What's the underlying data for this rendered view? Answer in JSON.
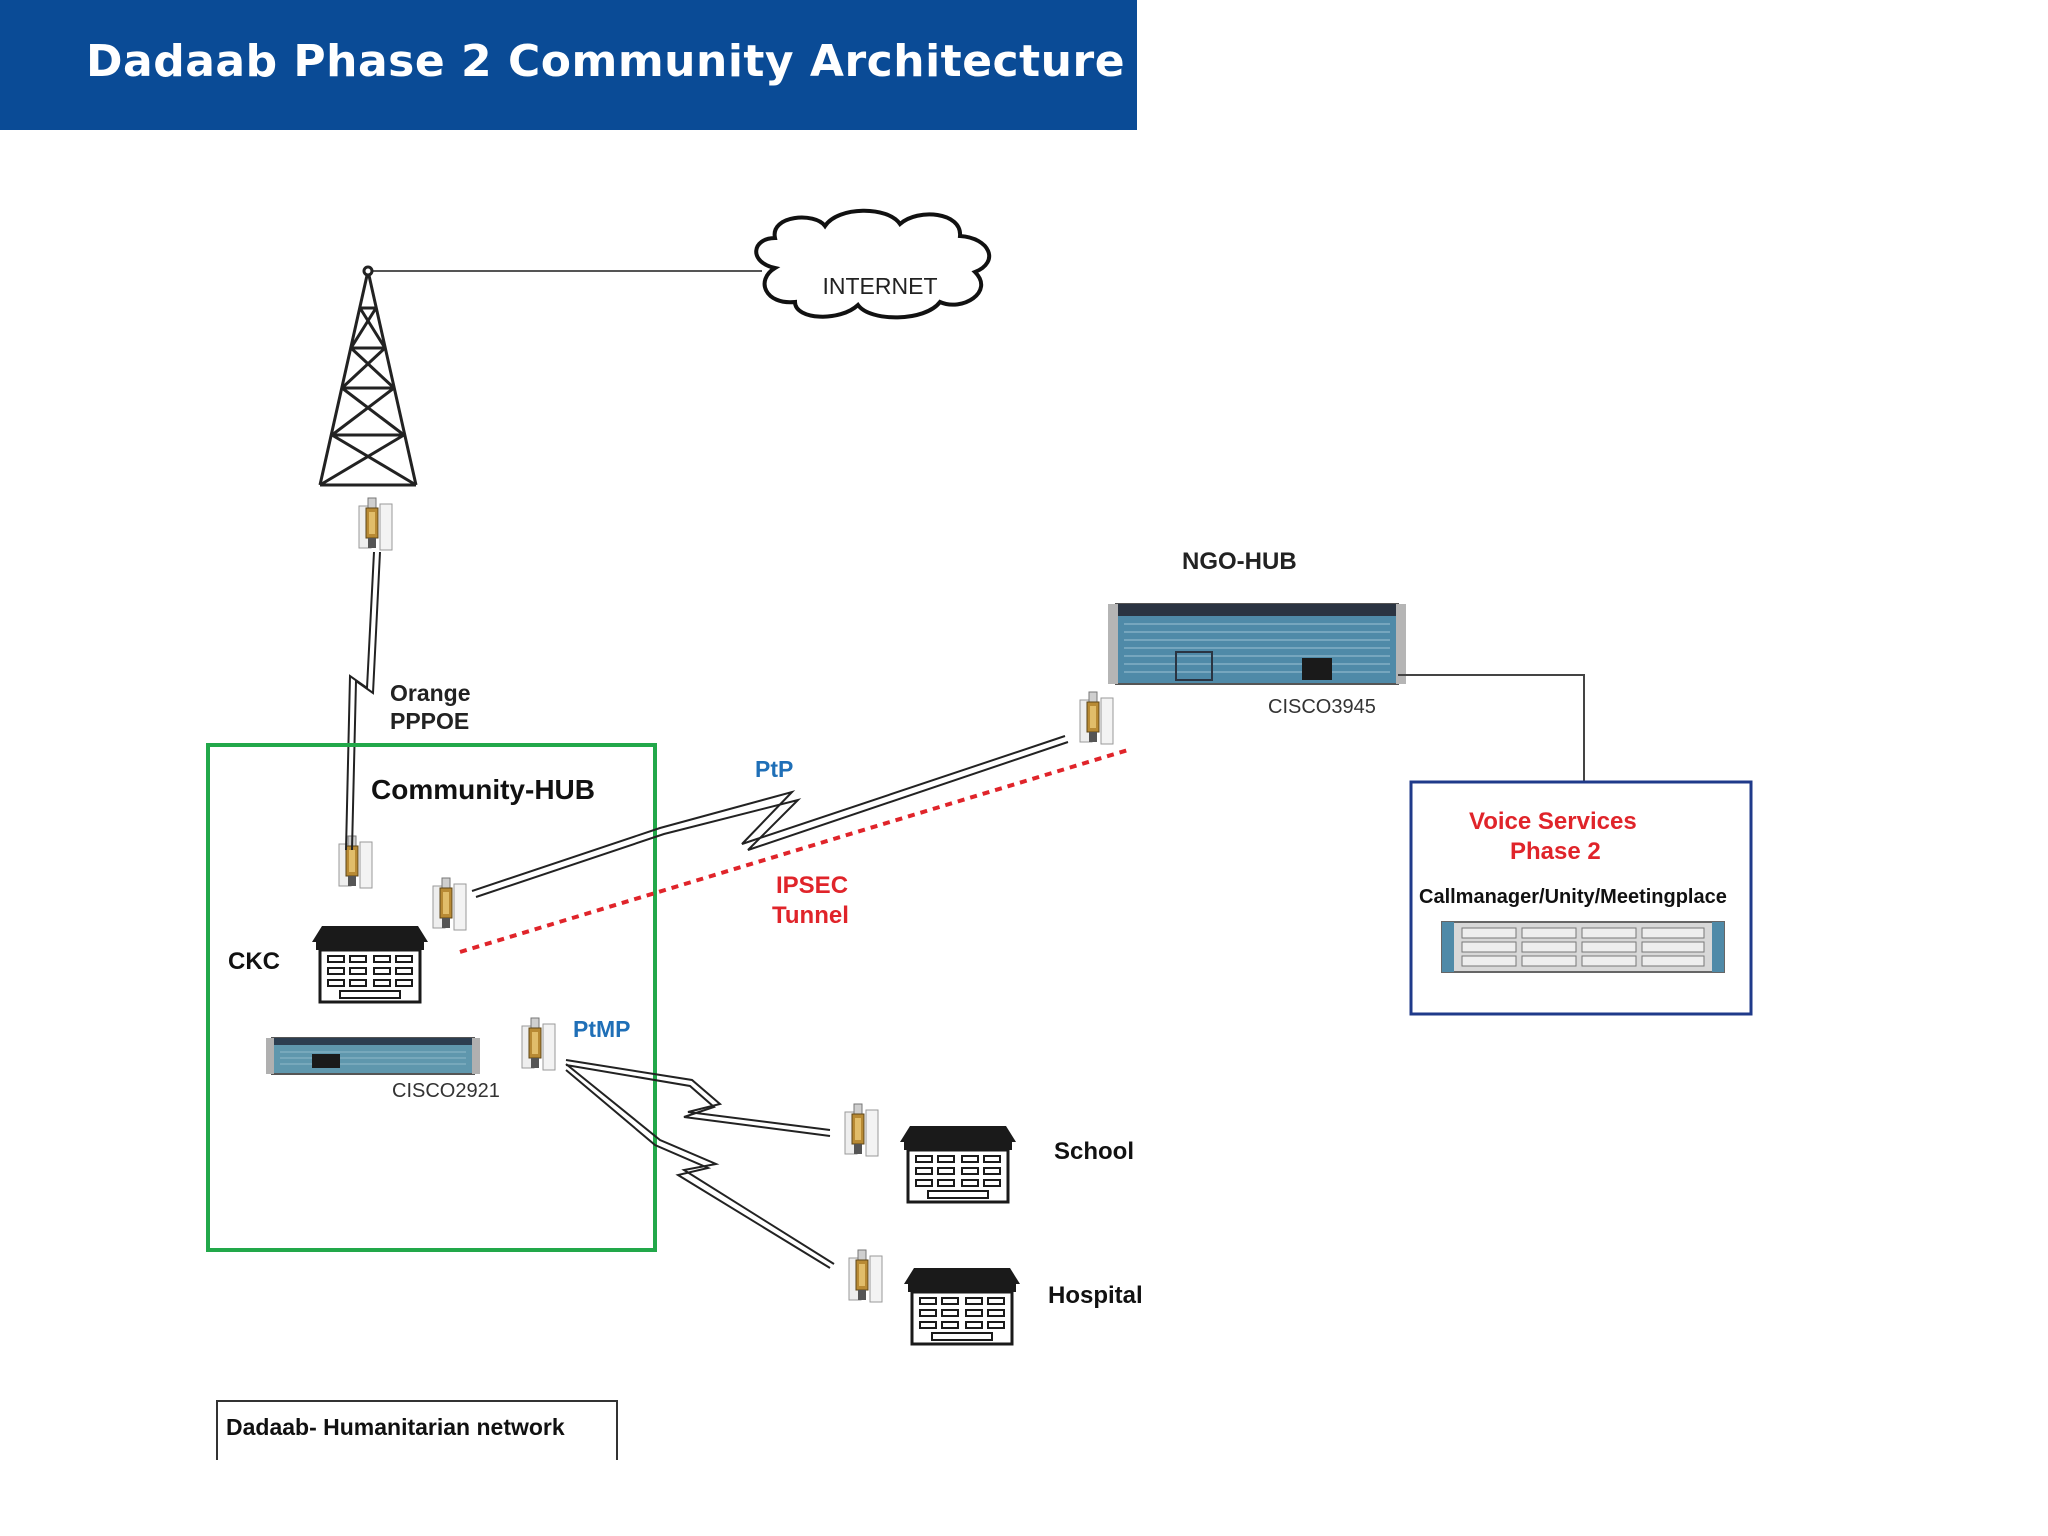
{
  "title": "Dadaab Phase 2 Community Architecture",
  "colors": {
    "banner": "#0a4b96",
    "community_hub_border": "#22a84a",
    "voice_box_border": "#1f3a8a",
    "link_label_blue": "#1f6fb7",
    "ipsec_red": "#e0242a"
  },
  "nodes": {
    "internet": "INTERNET",
    "ngo_hub": "NGO-HUB",
    "cisco3945": "CISCO3945",
    "community_hub": "Community-HUB",
    "ckc": "CKC",
    "cisco2921": "CISCO2921",
    "school": "School",
    "hospital": "Hospital"
  },
  "links": {
    "uplink_line1": "Orange",
    "uplink_line2": "PPPOE",
    "ptp": "PtP",
    "ptmp": "PtMP",
    "ipsec_line1": "IPSEC",
    "ipsec_line2": "Tunnel"
  },
  "voice": {
    "line1": "Voice Services",
    "line2": "Phase 2",
    "servers": "Callmanager/Unity/Meetingplace"
  },
  "icons": [
    "radio-tower-icon",
    "cloud-icon",
    "wireless-bridge-icon",
    "building-icon",
    "router-icon",
    "server-icon"
  ],
  "footer": "Dadaab- Humanitarian network"
}
